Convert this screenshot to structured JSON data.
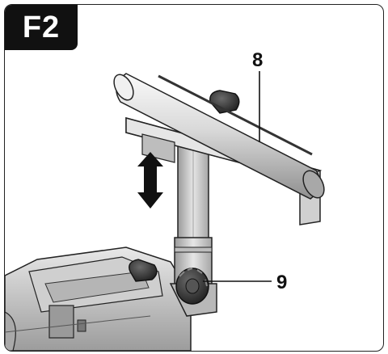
{
  "figure": {
    "tag": "F2"
  },
  "callouts": [
    {
      "id": "8"
    },
    {
      "id": "9"
    }
  ],
  "colors": {
    "metal_light": "#e4e4e4",
    "metal_mid": "#bdbdbd",
    "metal_dark": "#8a8a8a",
    "knob_dark": "#3a3a3a",
    "outline": "#222222"
  }
}
